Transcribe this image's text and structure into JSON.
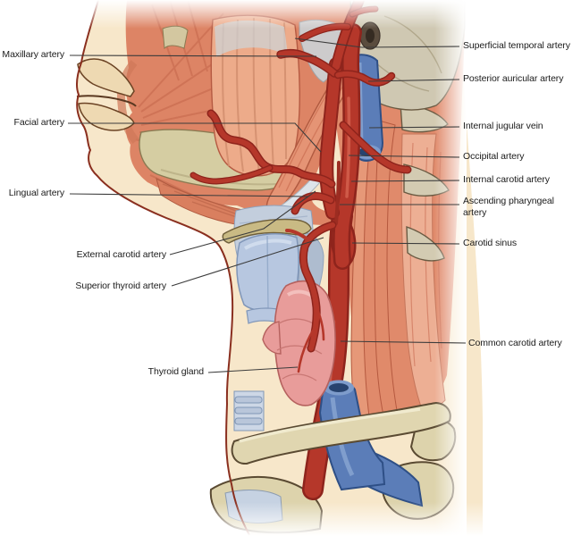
{
  "figure": {
    "description": "Lateral view anatomical diagram of the arteries of the head and neck (carotid system) with labeled leader lines",
    "labels": {
      "left": [
        {
          "id": "maxillary-artery",
          "text": "Maxillary artery"
        },
        {
          "id": "facial-artery",
          "text": "Facial artery"
        },
        {
          "id": "lingual-artery",
          "text": "Lingual artery"
        },
        {
          "id": "external-carotid-artery",
          "text": "External carotid artery"
        },
        {
          "id": "superior-thyroid-artery",
          "text": "Superior thyroid artery"
        },
        {
          "id": "thyroid-gland",
          "text": "Thyroid gland"
        }
      ],
      "right": [
        {
          "id": "superficial-temporal-artery",
          "text": "Superficial temporal artery"
        },
        {
          "id": "posterior-auricular-artery",
          "text": "Posterior auricular artery"
        },
        {
          "id": "internal-jugular-vein",
          "text": "Internal jugular vein"
        },
        {
          "id": "occipital-artery",
          "text": "Occipital artery"
        },
        {
          "id": "internal-carotid-artery",
          "text": "Internal carotid artery"
        },
        {
          "id": "ascending-pharyngeal-artery",
          "text": "Ascending pharyngeal artery"
        },
        {
          "id": "carotid-sinus",
          "text": "Carotid sinus"
        },
        {
          "id": "common-carotid-artery",
          "text": "Common carotid artery"
        }
      ]
    },
    "colors": {
      "artery_red": "#b5372a",
      "artery_dark": "#8e241c",
      "artery_highlight": "#d4604e",
      "vein_blue": "#5b7db8",
      "vein_dark": "#2e4f86",
      "vein_light": "#8aa6d2",
      "muscle": "#dd8465",
      "muscle_light": "#edab8a",
      "muscle_dark": "#b55a42",
      "bone": "#d8cfae",
      "bone_outline": "#5f5138",
      "cartilage_blue": "#b7c7e0",
      "thyroid_pink": "#e89c9a",
      "skin": "#f7e7ca",
      "skin_outline": "#8a2f1f",
      "label_text": "#1b1b1b",
      "leader_line": "#3c3c3c"
    }
  }
}
